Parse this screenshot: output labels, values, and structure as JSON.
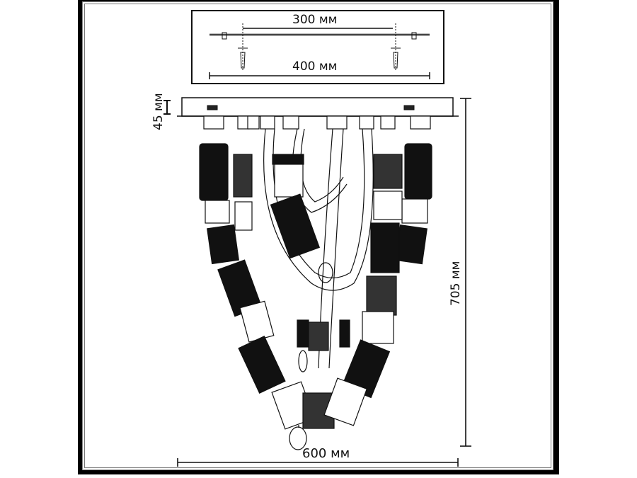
{
  "drawing": {
    "subject": "chandelier-dimension-drawing",
    "mounting_plate_inset": {
      "inner_spacing_label": "300 мм",
      "overall_length_label": "400 мм"
    },
    "dimensions": {
      "canopy_height_label": "45 мм",
      "total_height_label": "705 мм",
      "width_label": "600 мм"
    }
  }
}
